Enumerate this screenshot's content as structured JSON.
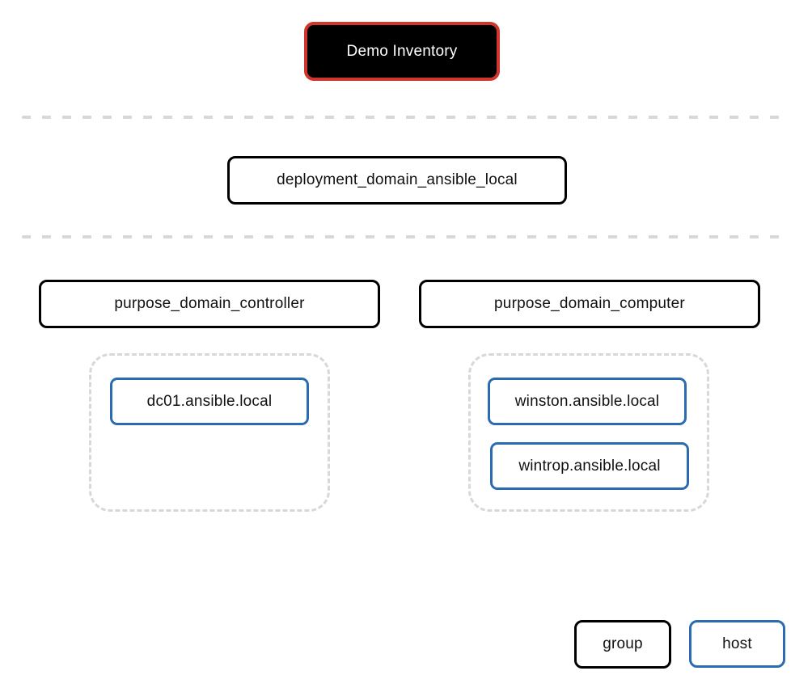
{
  "inventory": {
    "root": {
      "label": "Demo Inventory"
    },
    "deployment_group": {
      "label": "deployment_domain_ansible_local"
    },
    "purpose_groups": [
      {
        "label": "purpose_domain_controller",
        "hosts": [
          {
            "label": "dc01.ansible.local"
          }
        ]
      },
      {
        "label": "purpose_domain_computer",
        "hosts": [
          {
            "label": "winston.ansible.local"
          },
          {
            "label": "wintrop.ansible.local"
          }
        ]
      }
    ],
    "legend": {
      "group": "group",
      "host": "host"
    },
    "colors": {
      "root_fill": "#000000",
      "root_border": "#d0362e",
      "root_text": "#ffffff",
      "group_border": "#000000",
      "host_border": "#2b6bb1",
      "separator_dash": "#d8d8d8",
      "container_dash": "#d8d8d8",
      "node_text": "#111111",
      "background": "#ffffff"
    }
  }
}
